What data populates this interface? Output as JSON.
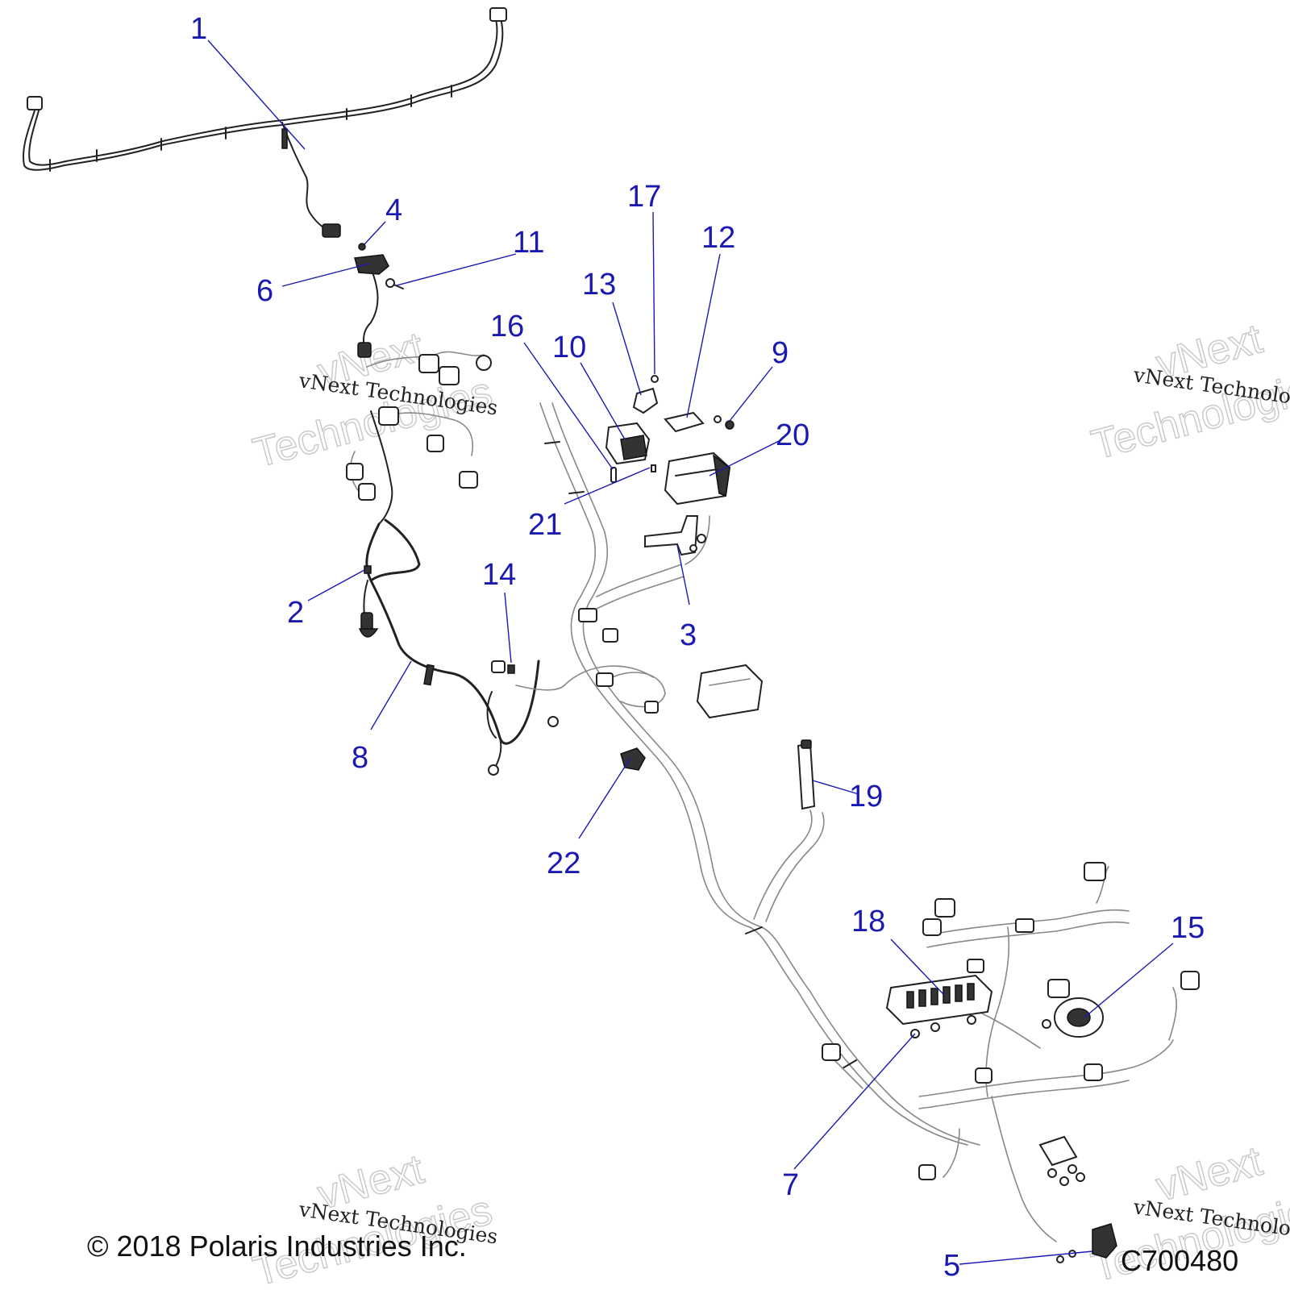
{
  "copyright": "© 2018 Polaris Industries Inc.",
  "diagram_code": "C700480",
  "watermark_text": "vNext Technologies",
  "watermark_word_1": "vNext",
  "watermark_word_2": "Technologies",
  "callouts": {
    "c1": "1",
    "c2": "2",
    "c3": "3",
    "c4": "4",
    "c5": "5",
    "c6": "6",
    "c7": "7",
    "c8": "8",
    "c9": "9",
    "c10": "10",
    "c11": "11",
    "c12": "12",
    "c13": "13",
    "c14": "14",
    "c15": "15",
    "c16": "16",
    "c17": "17",
    "c18": "18",
    "c19": "19",
    "c20": "20",
    "c21": "21",
    "c22": "22"
  }
}
